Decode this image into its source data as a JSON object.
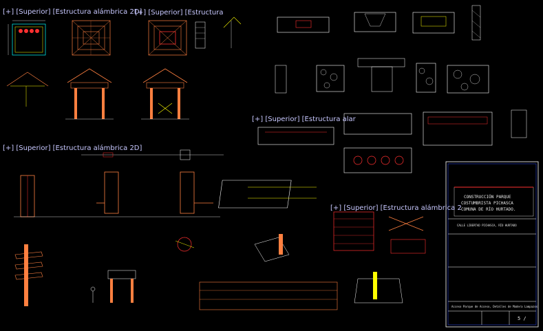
{
  "viewports": [
    {
      "label": "[+] [Superior] [Estructura alámbrica 2D]"
    },
    {
      "label": "[+] [Superior] [Estructura"
    },
    {
      "label": "[+] [Superior] [Estructura alar"
    },
    {
      "label": "[+] [Superior] [Estructura alámbrica 2D]"
    },
    {
      "label": "[+] [Superior] [Estructura alámbrica 2"
    }
  ],
  "title_block": {
    "project_line1": "CONSTRUCCIÓN PARQUE",
    "project_line2": "COSTUMBRISTA PICHASCA",
    "project_line3": "COMUNA DE RÍO HURTADO.",
    "location": "CALLE LIBERTAD PICHASCA, RÍO HURTADO",
    "description": "Acceso Parque de Acceso, Detalles de Madera Lampazos",
    "sheet_number": "5 /"
  },
  "colors": {
    "background": "#000000",
    "cyan": "#00ffff",
    "yellow": "#ffff00",
    "red": "#ff3030",
    "white": "#ffffff",
    "blue": "#3050ff",
    "orange": "#ff8040"
  }
}
